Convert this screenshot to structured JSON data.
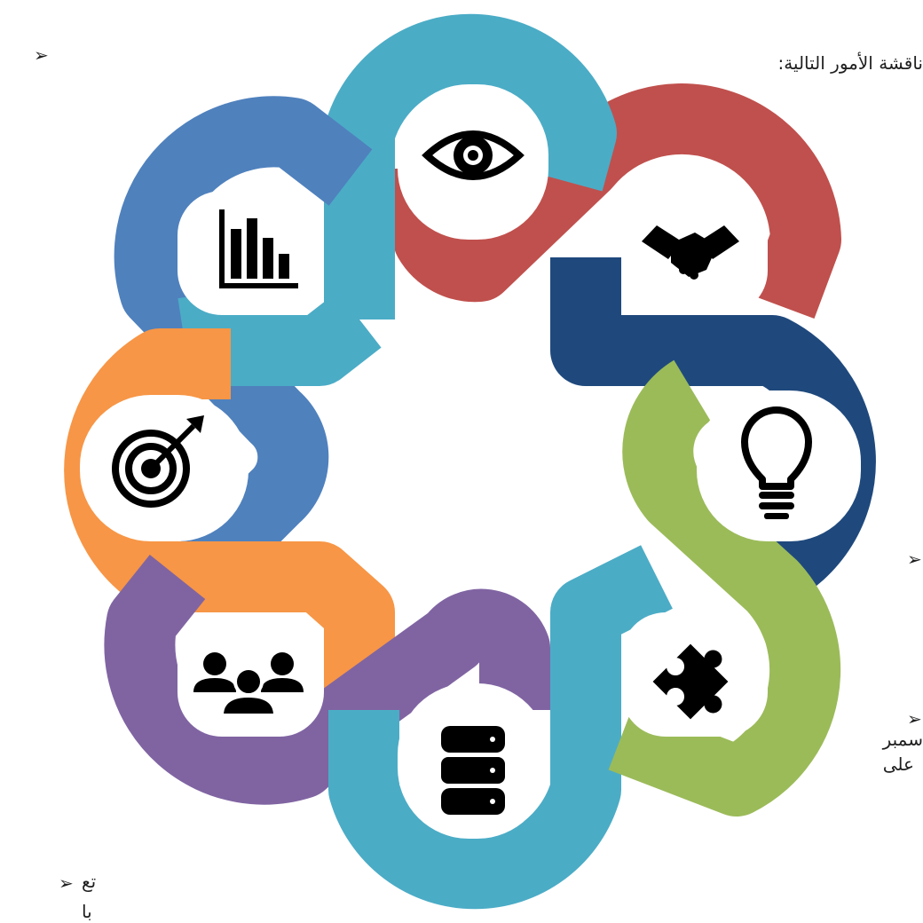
{
  "page": {
    "bullet_glyph": "➢",
    "heading_fragment": "ناقشة الأمور التالية:",
    "right_line_1": "سمبر",
    "right_line_2": "على",
    "bottom_line_1": "تع",
    "bottom_line_2": "با"
  },
  "diagram": {
    "colors": {
      "teal": "#4bacc6",
      "red": "#c0504d",
      "navy": "#1f497d",
      "green": "#9bbb59",
      "purple": "#8064a2",
      "orange": "#f79646",
      "blue": "#4f81bd"
    },
    "icons": [
      "eye-icon",
      "handshake-icon",
      "lightbulb-icon",
      "puzzle-icon",
      "database-icon",
      "team-icon",
      "target-icon",
      "bar-chart-icon"
    ]
  }
}
